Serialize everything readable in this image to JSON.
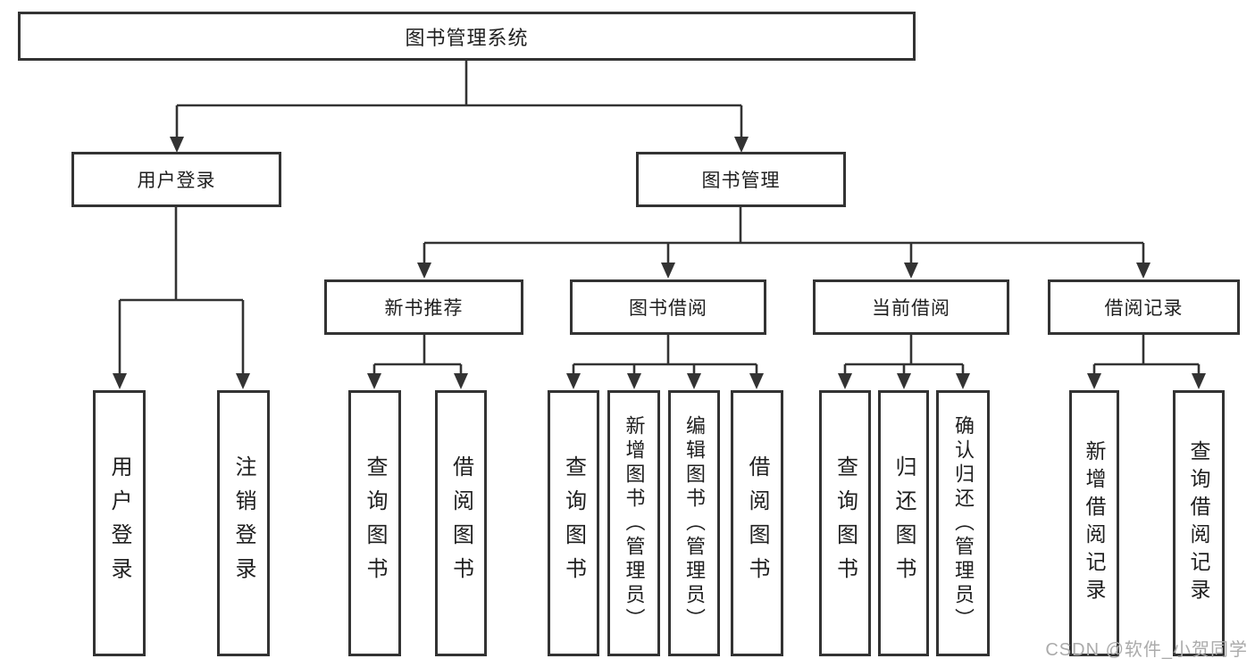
{
  "tree": {
    "label": "图书管理系统",
    "children": [
      {
        "label": "用户登录",
        "children": [
          {
            "label": "用户登录"
          },
          {
            "label": "注销登录"
          }
        ]
      },
      {
        "label": "图书管理",
        "children": [
          {
            "label": "新书推荐",
            "children": [
              {
                "label": "查询图书"
              },
              {
                "label": "借阅图书"
              }
            ]
          },
          {
            "label": "图书借阅",
            "children": [
              {
                "label": "查询图书"
              },
              {
                "label": "新增图书（管理员）"
              },
              {
                "label": "编辑图书（管理员）"
              },
              {
                "label": "借阅图书"
              }
            ]
          },
          {
            "label": "当前借阅",
            "children": [
              {
                "label": "查询图书"
              },
              {
                "label": "归还图书"
              },
              {
                "label": "确认归还（管理员）"
              }
            ]
          },
          {
            "label": "借阅记录",
            "children": [
              {
                "label": "新增借阅记录"
              },
              {
                "label": "查询借阅记录"
              }
            ]
          }
        ]
      }
    ]
  },
  "watermark": "CSDN @软件_小贺同学",
  "colors": {
    "line": "#333333",
    "text": "#1f1f1f",
    "background": "#ffffff",
    "watermark": "#ababab"
  }
}
